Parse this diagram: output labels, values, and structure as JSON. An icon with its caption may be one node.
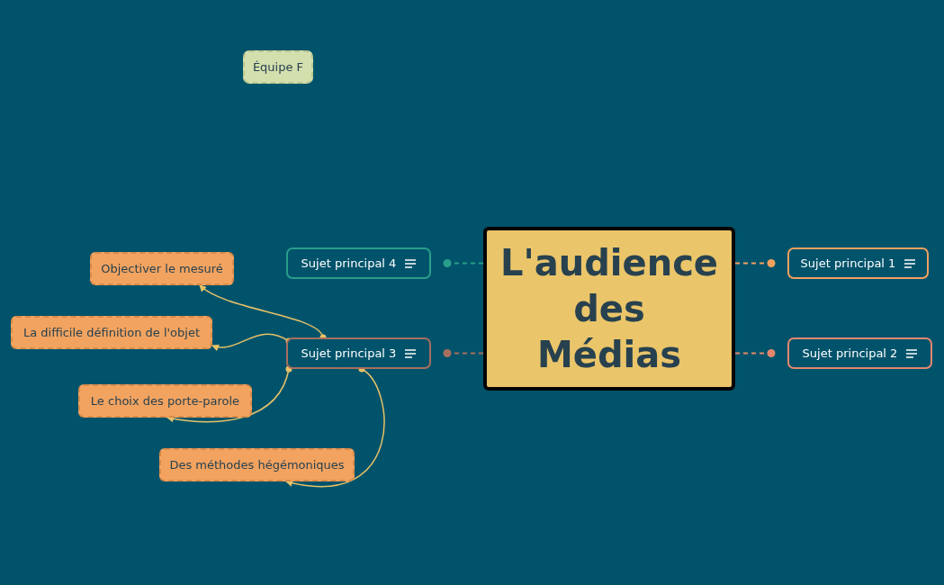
{
  "diagram": {
    "nodes": [
      {
        "text": [
          "Équipe F"
        ]
      },
      {
        "text": [
          "L'audience des Médias"
        ]
      },
      {
        "text": [
          "Sujet principal 1"
        ]
      },
      {
        "text": [
          "Sujet principal 2"
        ]
      },
      {
        "text": [
          "Sujet principal 3"
        ]
      },
      {
        "text": [
          "Sujet principal 4"
        ]
      },
      {
        "text": [
          "Objectiver le mesuré"
        ]
      },
      {
        "text": [
          "La difficile définition de l'objet"
        ]
      },
      {
        "text": [
          "Le choix des porte-parole"
        ]
      },
      {
        "text": [
          "Des méthodes hégémoniques"
        ]
      }
    ],
    "edges": [
      {
        "from": 1,
        "to": 2,
        "arrow": "other",
        "style": "dashed",
        "color": "#f2a05e"
      },
      {
        "from": 1,
        "to": 3,
        "arrow": "other",
        "style": "dashed",
        "color": "#e4876c"
      },
      {
        "from": 1,
        "to": 4,
        "arrow": "other",
        "style": "dashed",
        "color": "#a86f5e"
      },
      {
        "from": 1,
        "to": 5,
        "arrow": "other",
        "style": "dashed",
        "color": "#2a9d8a"
      },
      {
        "from": 4,
        "to": 6,
        "arrow": "to"
      },
      {
        "from": 4,
        "to": 7,
        "arrow": "to"
      },
      {
        "from": 4,
        "to": 8,
        "arrow": "to"
      },
      {
        "from": 4,
        "to": 9,
        "arrow": "to"
      }
    ]
  }
}
